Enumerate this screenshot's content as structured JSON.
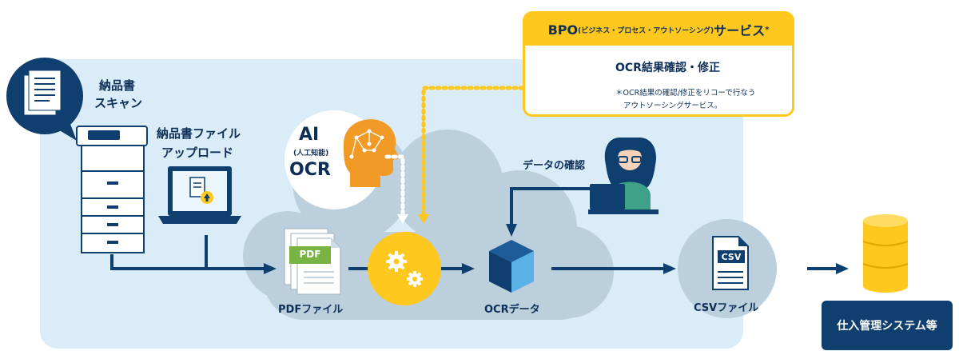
{
  "bpo": {
    "title_main": "BPO",
    "title_paren": "(ビジネス・プロセス・アウトソーシング)",
    "title_tail": "サービス",
    "title_mark": "*",
    "heading": "OCR結果確認・修正",
    "note_line1": "＊OCR結果の確認/修正をリコーで行なう",
    "note_line2": "アウトソーシングサービス。"
  },
  "scan": {
    "line1": "納品書",
    "line2": "スキャン"
  },
  "upload": {
    "line1": "納品書ファイル",
    "line2": "アップロード"
  },
  "ai": {
    "title": "AI",
    "sub": "(人工知能)",
    "ocr": "OCR"
  },
  "check": {
    "label": "データの確認"
  },
  "nodes": {
    "pdf_file": "PDFファイル",
    "pdf_badge": "PDF",
    "ocr_data": "OCRデータ",
    "csv_file": "CSVファイル",
    "csv_badge": "CSV",
    "system": "仕入管理システム等"
  },
  "colors": {
    "panel": "#d9ecf8",
    "cloud": "#bccfdc",
    "navy": "#0e3f6e",
    "yellow": "#ffc81e",
    "orange": "#f29a26"
  }
}
